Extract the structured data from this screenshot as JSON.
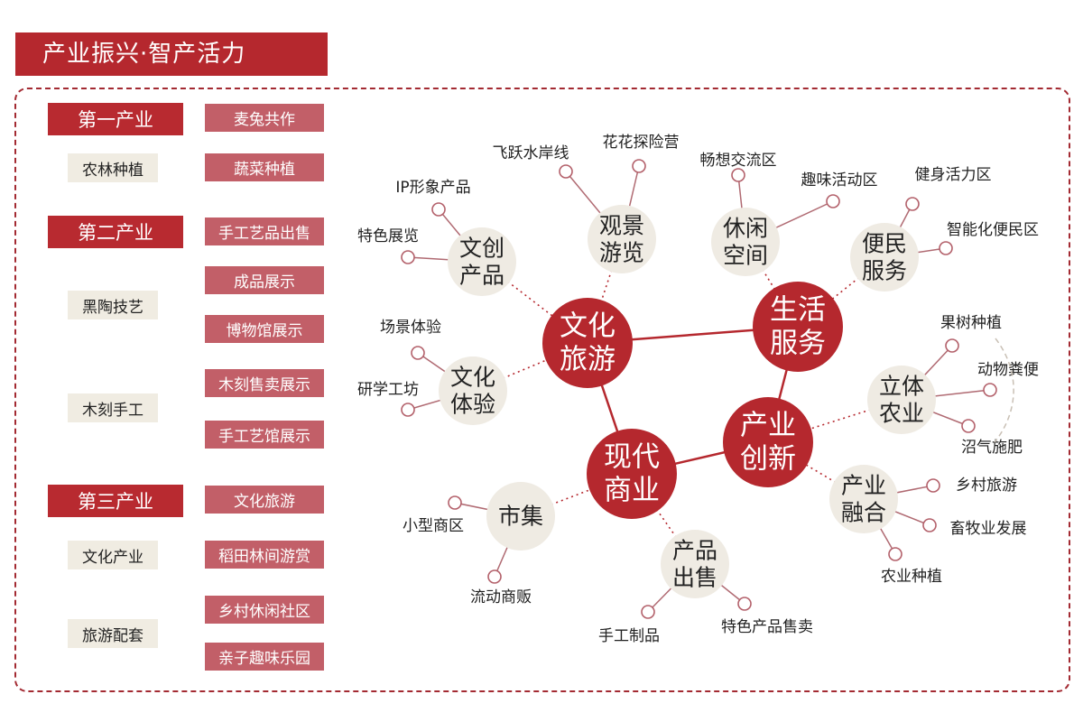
{
  "title": "产业振兴·智产活力",
  "colors": {
    "primary": "#b5282e",
    "item": "#c25f68",
    "sub_bg": "#f0ece2",
    "node_bg": "#efebe3",
    "leaf_stroke": "#b3606a",
    "leaf_line": "#b06a72"
  },
  "left_panel": {
    "categories": [
      {
        "label": "第一产业",
        "subs": [
          "农林种植"
        ],
        "items": [
          "麦兔共作",
          "蔬菜种植"
        ]
      },
      {
        "label": "第二产业",
        "subs": [
          "黑陶技艺",
          "木刻手工"
        ],
        "items": [
          "手工艺品出售",
          "成品展示",
          "博物馆展示",
          "木刻售卖展示",
          "手工艺馆展示"
        ]
      },
      {
        "label": "第三产业",
        "subs": [
          "文化产业",
          "旅游配套"
        ],
        "items": [
          "文化旅游",
          "稻田林间游赏",
          "乡村休闲社区",
          "亲子趣味乐园"
        ]
      }
    ]
  },
  "mindmap": {
    "hubs": [
      {
        "id": "wenhua",
        "label": [
          "文化",
          "旅游"
        ]
      },
      {
        "id": "shenghuo",
        "label": [
          "生活",
          "服务"
        ]
      },
      {
        "id": "xiandai",
        "label": [
          "现代",
          "商业"
        ]
      },
      {
        "id": "chanye",
        "label": [
          "产业",
          "创新"
        ]
      }
    ],
    "nodes": [
      {
        "id": "wenchuang",
        "label": [
          "文创",
          "产品"
        ],
        "leaves": [
          "IP形象产品",
          "特色展览"
        ]
      },
      {
        "id": "guanjing",
        "label": [
          "观景",
          "游览"
        ],
        "leaves": [
          "飞跃水岸线",
          "花花探险营"
        ]
      },
      {
        "id": "xiuxian",
        "label": [
          "休闲",
          "空间"
        ],
        "leaves": [
          "畅想交流区",
          "趣味活动区"
        ]
      },
      {
        "id": "bianmin",
        "label": [
          "便民",
          "服务"
        ],
        "leaves": [
          "健身活力区",
          "智能化便民区"
        ]
      },
      {
        "id": "wenhuatiyan",
        "label": [
          "文化",
          "体验"
        ],
        "leaves": [
          "场景体验",
          "研学工坊"
        ]
      },
      {
        "id": "liti",
        "label": [
          "立体",
          "农业"
        ],
        "leaves": [
          "果树种植",
          "动物粪便",
          "沼气施肥"
        ]
      },
      {
        "id": "shiji",
        "label": [
          "市集"
        ],
        "leaves": [
          "小型商区",
          "流动商贩"
        ]
      },
      {
        "id": "chanpin",
        "label": [
          "产品",
          "出售"
        ],
        "leaves": [
          "手工制品",
          "特色产品售卖"
        ]
      },
      {
        "id": "ronghe",
        "label": [
          "产业",
          "融合"
        ],
        "leaves": [
          "乡村旅游",
          "畜牧业发展",
          "农业种植"
        ]
      }
    ]
  }
}
